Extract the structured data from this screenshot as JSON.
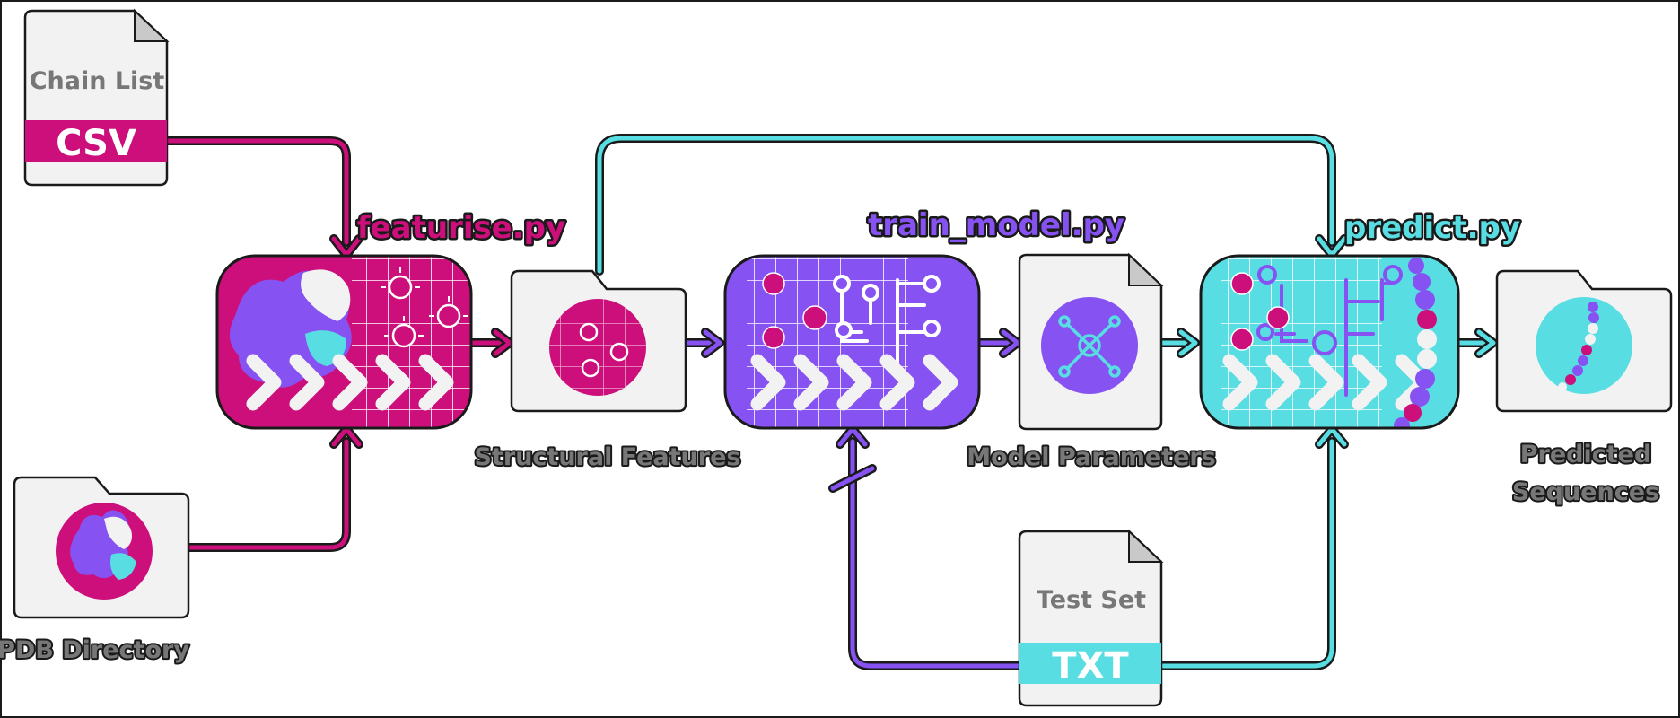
{
  "colors": {
    "magenta": "#cc0f7b",
    "purple": "#8752f2",
    "cyan": "#58dde2",
    "file_gray": "#f2f2f2",
    "outline": "#1a1a1a",
    "label_gray": "#777777"
  },
  "inputs": {
    "chain_list": {
      "title": "Chain List",
      "format": "CSV",
      "icon": "csv-file-icon"
    },
    "pdb_directory": {
      "label": "PDB Directory",
      "icon": "folder-protein-icon"
    },
    "test_set": {
      "title": "Test Set",
      "format": "TXT",
      "icon": "txt-file-icon"
    }
  },
  "processes": {
    "featurise": {
      "label": "featurise.py",
      "color": "#cc0f7b"
    },
    "train_model": {
      "label": "train_model.py",
      "color": "#8752f2"
    },
    "predict": {
      "label": "predict.py",
      "color": "#58dde2"
    }
  },
  "outputs": {
    "structural_features": {
      "label": "Structural Features",
      "icon": "folder-features-icon"
    },
    "model_parameters": {
      "label": "Model Parameters",
      "icon": "network-node-icon"
    },
    "predicted_sequences": {
      "label_line1": "Predicted",
      "label_line2": "Sequences",
      "icon": "folder-sequence-icon"
    }
  }
}
